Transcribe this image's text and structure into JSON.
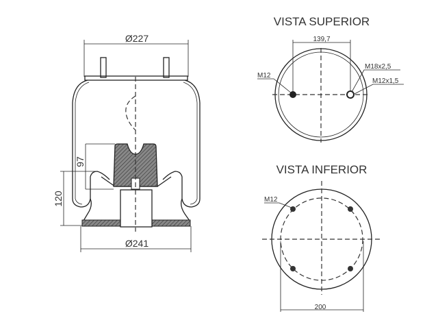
{
  "side_view": {
    "top_diameter": "Ø227",
    "bottom_diameter": "Ø241",
    "height_dim": "120",
    "bumper_dim": "97"
  },
  "top_view": {
    "title": "VISTA SUPERIOR",
    "spacing": "139,7",
    "label_left": "M12",
    "label_right_1": "M18x2,5",
    "label_right_2": "M12x1,5"
  },
  "bottom_view": {
    "title": "VISTA INFERIOR",
    "label_hole": "M12",
    "spacing": "200"
  },
  "colors": {
    "line": "#222222",
    "text": "#333333"
  }
}
